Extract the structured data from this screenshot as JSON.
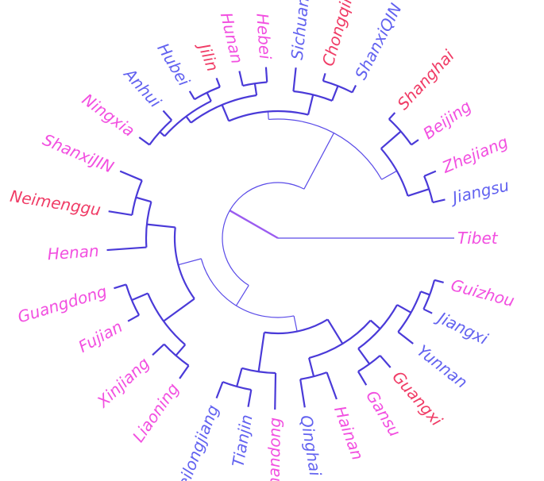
{
  "diagram": {
    "type": "circular-dendrogram",
    "colors": {
      "magenta": "#F24FE0",
      "red": "#F03C66",
      "blue": "#6262F0",
      "violet": "#9B5CF0",
      "branch": "#5A4BE8",
      "branch_dark": "#4A3AD8"
    },
    "labels": [
      {
        "id": "tibet",
        "text": "Tibet",
        "color": "magenta"
      },
      {
        "id": "jiangsu",
        "text": "Jiangsu",
        "color": "blue"
      },
      {
        "id": "zhejiang",
        "text": "Zhejiang",
        "color": "magenta"
      },
      {
        "id": "beijing",
        "text": "Beijing",
        "color": "magenta"
      },
      {
        "id": "shanghai",
        "text": "Shanghai",
        "color": "red"
      },
      {
        "id": "shanxiqin",
        "text": "ShanxiQIN",
        "color": "blue"
      },
      {
        "id": "chongqing",
        "text": "Chongqing",
        "color": "red"
      },
      {
        "id": "sichuan",
        "text": "Sichuan",
        "color": "blue"
      },
      {
        "id": "hebei",
        "text": "Hebei",
        "color": "magenta"
      },
      {
        "id": "hunan",
        "text": "Hunan",
        "color": "magenta"
      },
      {
        "id": "jilin",
        "text": "Jilin",
        "color": "red"
      },
      {
        "id": "hubei",
        "text": "Hubei",
        "color": "blue"
      },
      {
        "id": "anhui",
        "text": "Anhui",
        "color": "blue"
      },
      {
        "id": "ningxia",
        "text": "Ningxia",
        "color": "magenta"
      },
      {
        "id": "shanxijin",
        "text": "ShanxiJIN",
        "color": "magenta"
      },
      {
        "id": "neimenggu",
        "text": "Neimenggu",
        "color": "red"
      },
      {
        "id": "henan",
        "text": "Henan",
        "color": "magenta"
      },
      {
        "id": "guangdong",
        "text": "Guangdong",
        "color": "magenta"
      },
      {
        "id": "fujian",
        "text": "Fujian",
        "color": "magenta"
      },
      {
        "id": "xinjiang",
        "text": "Xinjiang",
        "color": "magenta"
      },
      {
        "id": "liaoning",
        "text": "Liaoning",
        "color": "magenta"
      },
      {
        "id": "heilongjiang",
        "text": "Heilongjiang",
        "color": "blue"
      },
      {
        "id": "tianjin",
        "text": "Tianjin",
        "color": "blue"
      },
      {
        "id": "shandong",
        "text": "Shandong",
        "color": "magenta"
      },
      {
        "id": "qinghai",
        "text": "Qinghai",
        "color": "blue"
      },
      {
        "id": "hainan",
        "text": "Hainan",
        "color": "magenta"
      },
      {
        "id": "gansu",
        "text": "Gansu",
        "color": "magenta"
      },
      {
        "id": "guangxi",
        "text": "Guangxi",
        "color": "red"
      },
      {
        "id": "yunnan",
        "text": "Yunnan",
        "color": "blue"
      },
      {
        "id": "jiangxi",
        "text": "Jiangxi",
        "color": "blue"
      },
      {
        "id": "guizhou",
        "text": "Guizhou",
        "color": "magenta"
      }
    ]
  }
}
